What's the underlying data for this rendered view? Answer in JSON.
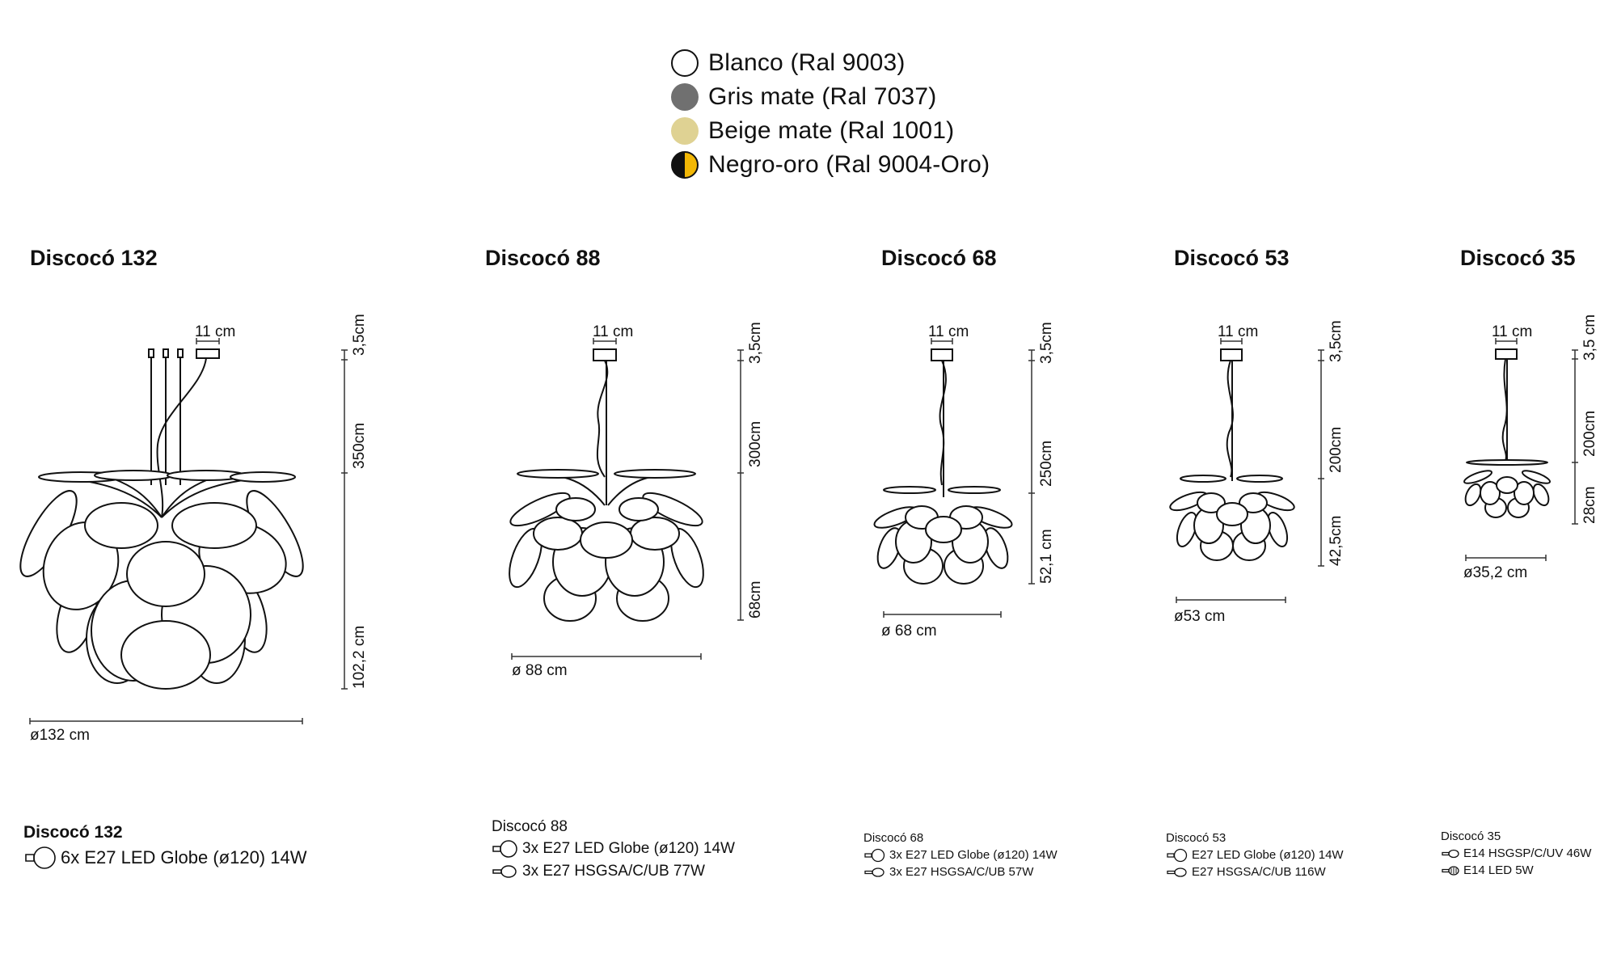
{
  "finishes": [
    {
      "label": "Blanco (Ral 9003)",
      "icon": "white-circle-swatch",
      "color": "#ffffff"
    },
    {
      "label": "Gris mate (Ral 7037)",
      "icon": "grey-circle-swatch",
      "color": "#707070"
    },
    {
      "label": "Beige mate (Ral 1001)",
      "icon": "beige-circle-swatch",
      "color": "#dfd293"
    },
    {
      "label": "Negro-oro (Ral 9004-Oro)",
      "icon": "black-gold-circle-swatch",
      "colors": [
        "#111111",
        "#f2b705"
      ]
    }
  ],
  "models": [
    {
      "title": "Discocó 132",
      "dims": {
        "canopy": "11 cm",
        "canopy_height": "3,5cm",
        "cable": "350cm",
        "body": "102,2 cm",
        "diameter": "ø132 cm"
      },
      "spec_title": "Discocó 132",
      "bulbs": [
        {
          "icon": "globe-bulb-icon",
          "label": "6x E27 LED Globe (ø120) 14W"
        }
      ]
    },
    {
      "title": "Discocó 88",
      "dims": {
        "canopy": "11 cm",
        "canopy_height": "3,5cm",
        "cable": "300cm",
        "body": "68cm",
        "diameter": "ø 88 cm"
      },
      "spec_title": "Discocó 88",
      "bulbs": [
        {
          "icon": "globe-bulb-icon",
          "label": "3x E27 LED Globe (ø120) 14W"
        },
        {
          "icon": "halogen-bulb-icon",
          "label": "3x E27 HSGSA/C/UB 77W"
        }
      ]
    },
    {
      "title": "Discocó 68",
      "dims": {
        "canopy": "11 cm",
        "canopy_height": "3,5cm",
        "cable": "250cm",
        "body": "52,1 cm",
        "diameter": "ø 68 cm"
      },
      "spec_title": "Discocó 68",
      "bulbs": [
        {
          "icon": "globe-bulb-icon",
          "label": "3x E27 LED Globe (ø120) 14W"
        },
        {
          "icon": "halogen-bulb-icon",
          "label": "3x E27 HSGSA/C/UB 57W"
        }
      ]
    },
    {
      "title": "Discocó 53",
      "dims": {
        "canopy": "11 cm",
        "canopy_height": "3,5cm",
        "cable": "200cm",
        "body": "42,5cm",
        "diameter": "ø53 cm"
      },
      "spec_title": "Discocó 53",
      "bulbs": [
        {
          "icon": "globe-bulb-icon",
          "label": "E27 LED Globe (ø120) 14W"
        },
        {
          "icon": "halogen-bulb-icon",
          "label": "E27 HSGSA/C/UB 116W"
        }
      ]
    },
    {
      "title": "Discocó 35",
      "dims": {
        "canopy": "11 cm",
        "canopy_height": "3,5 cm",
        "cable": "200cm",
        "body": "28cm",
        "diameter": "ø35,2 cm"
      },
      "spec_title": "Discocó 35",
      "bulbs": [
        {
          "icon": "halogen-bulb-icon",
          "label": "E14 HSGSP/C/UV 46W"
        },
        {
          "icon": "led-bulb-icon",
          "label": "E14 LED 5W"
        }
      ]
    }
  ]
}
